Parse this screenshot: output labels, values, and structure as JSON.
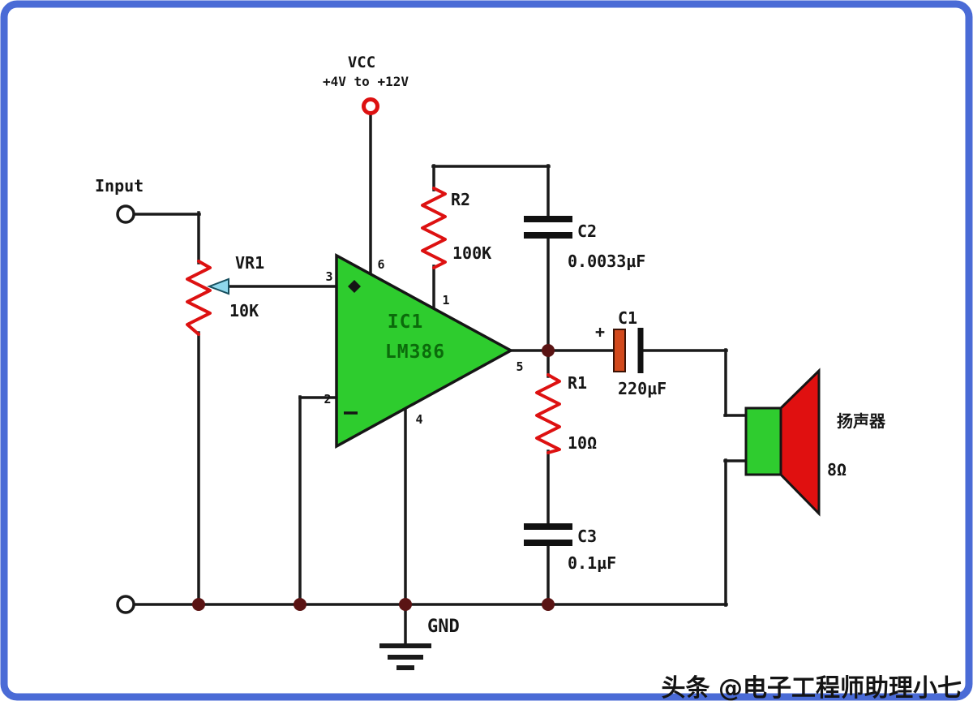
{
  "page": {
    "background": "#ffffff",
    "border_color": "#4a6bd6"
  },
  "power": {
    "vcc_label": "VCC",
    "vcc_range": "+4V to +12V"
  },
  "input": {
    "label": "Input"
  },
  "components": {
    "vr1": {
      "ref": "VR1",
      "value": "10K"
    },
    "ic1": {
      "ref": "IC1",
      "part": "LM386",
      "pins": {
        "p1": "1",
        "p2": "2",
        "p3": "3",
        "p4": "4",
        "p5": "5",
        "p6": "6"
      }
    },
    "r2": {
      "ref": "R2",
      "value": "100K"
    },
    "c2": {
      "ref": "C2",
      "value": "0.0033µF"
    },
    "c1": {
      "ref": "C1",
      "value": "220µF",
      "polarity": "+"
    },
    "r1": {
      "ref": "R1",
      "value": "10Ω"
    },
    "c3": {
      "ref": "C3",
      "value": "0.1µF"
    },
    "speaker": {
      "name": "扬声器",
      "impedance": "8Ω"
    }
  },
  "ground": {
    "label": "GND"
  },
  "watermark": "头条 @电子工程师助理小七",
  "colors": {
    "wire": "#1a1a1a",
    "resistor_red": "#dd1111",
    "ic_fill": "#2ecc2e",
    "junction": "#5a1414",
    "terminal_red": "#dd1111",
    "cap_electrolytic": "#d2491c",
    "speaker_body": "#2fcc2f",
    "speaker_cone": "#e01010",
    "wiper_fill": "#8fd8ec"
  }
}
